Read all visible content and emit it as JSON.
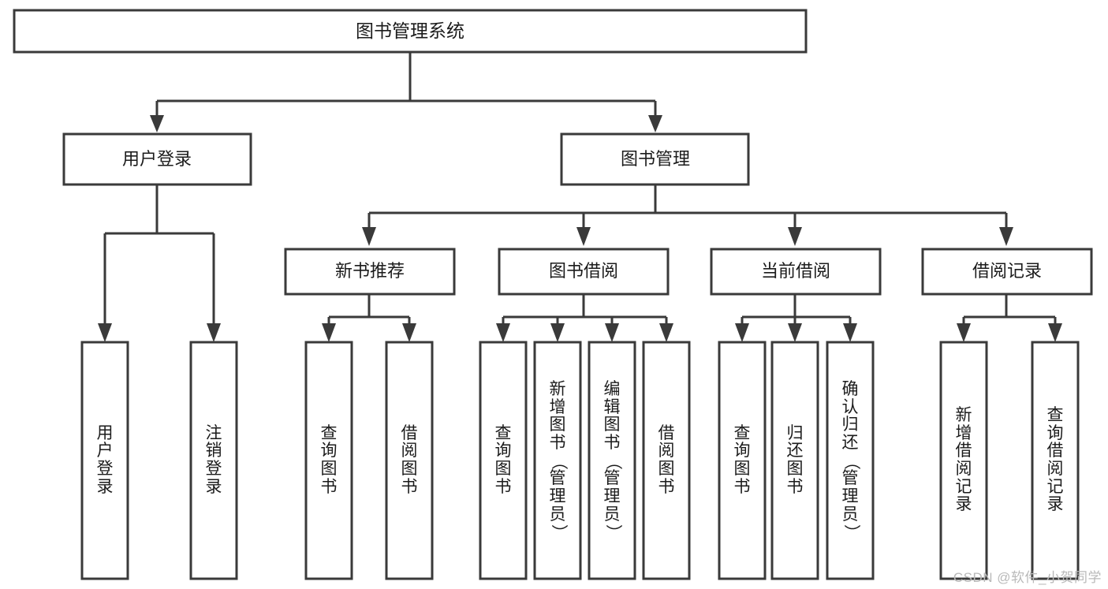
{
  "diagram": {
    "type": "tree",
    "title": "图书管理系统",
    "watermark": "CSDN @软件_小贺同学",
    "colors": {
      "box_stroke": "#3a3a3a",
      "box_fill": "#ffffff",
      "text": "#1b1b1b",
      "connector": "#3a3a3a",
      "watermark": "#b9b9b9"
    },
    "root": {
      "label": "图书管理系统",
      "orientation": "horizontal"
    },
    "level1": [
      {
        "label": "用户登录",
        "orientation": "horizontal"
      },
      {
        "label": "图书管理",
        "orientation": "horizontal"
      }
    ],
    "level2": [
      {
        "label": "新书推荐",
        "orientation": "horizontal",
        "parent": "图书管理"
      },
      {
        "label": "图书借阅",
        "orientation": "horizontal",
        "parent": "图书管理"
      },
      {
        "label": "当前借阅",
        "orientation": "horizontal",
        "parent": "图书管理"
      },
      {
        "label": "借阅记录",
        "orientation": "horizontal",
        "parent": "图书管理"
      }
    ],
    "leaves": {
      "user_login": [
        {
          "label": "用户登录",
          "orientation": "vertical"
        },
        {
          "label": "注销登录",
          "orientation": "vertical"
        }
      ],
      "new_book_recommend": [
        {
          "label": "查询图书",
          "orientation": "vertical"
        },
        {
          "label": "借阅图书",
          "orientation": "vertical"
        }
      ],
      "book_borrow": [
        {
          "label": "查询图书",
          "orientation": "vertical"
        },
        {
          "label": "新增图书（管理员）",
          "orientation": "vertical"
        },
        {
          "label": "编辑图书（管理员）",
          "orientation": "vertical"
        },
        {
          "label": "借阅图书",
          "orientation": "vertical"
        }
      ],
      "current_borrow": [
        {
          "label": "查询图书",
          "orientation": "vertical"
        },
        {
          "label": "归还图书",
          "orientation": "vertical"
        },
        {
          "label": "确认归还（管理员）",
          "orientation": "vertical"
        }
      ],
      "borrow_record": [
        {
          "label": "新增借阅记录",
          "orientation": "vertical"
        },
        {
          "label": "查询借阅记录",
          "orientation": "vertical"
        }
      ]
    }
  }
}
